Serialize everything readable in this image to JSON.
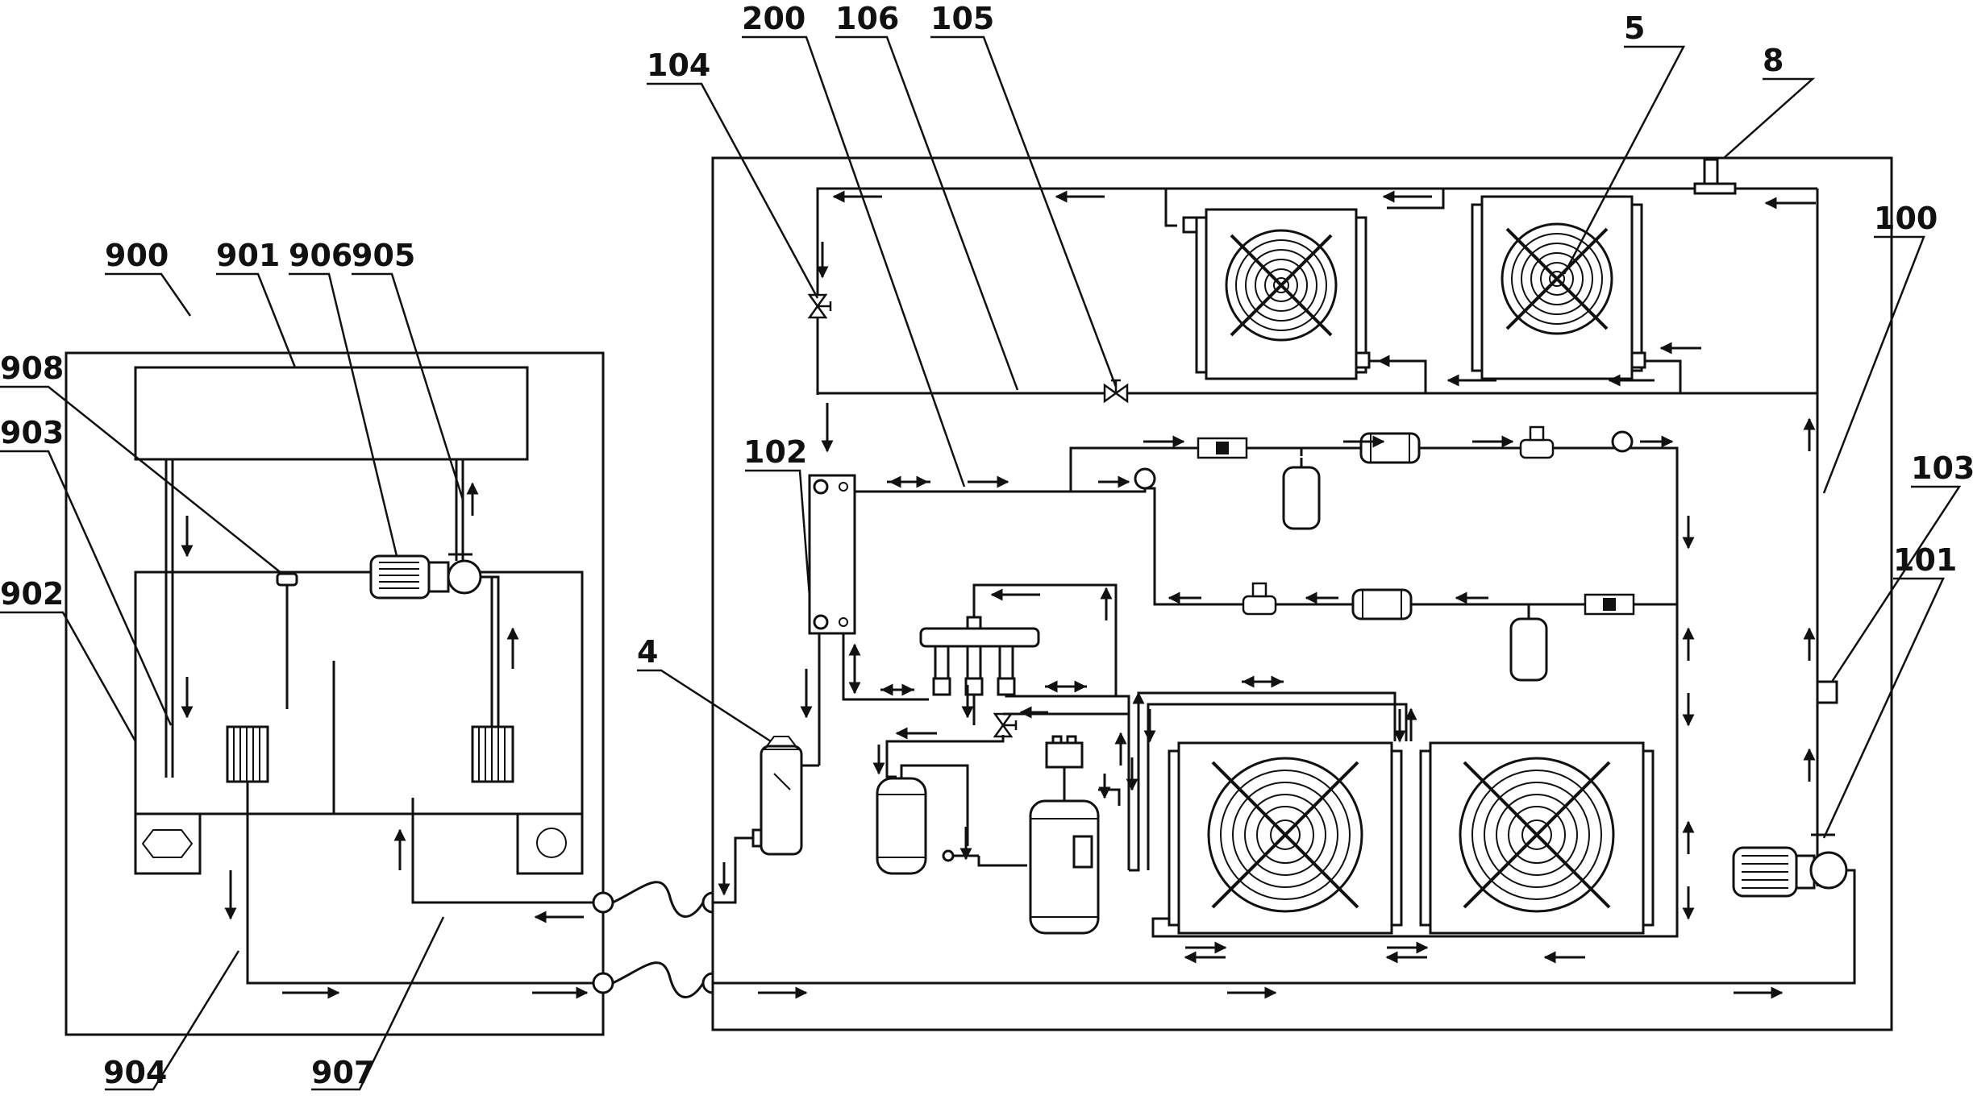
{
  "labels": {
    "l900": "900",
    "l901": "901",
    "l906": "906",
    "l905": "905",
    "l908": "908",
    "l903": "903",
    "l902": "902",
    "l904": "904",
    "l907": "907",
    "l4": "4",
    "l102": "102",
    "l104": "104",
    "l200": "200",
    "l106": "106",
    "l105": "105",
    "l5": "5",
    "l8": "8",
    "l100": "100",
    "l103": "103",
    "l101": "101"
  },
  "icons": {
    "fan": "fan-icon",
    "pump": "pump-icon",
    "valve": "valve-icon",
    "filter": "filter-icon",
    "compressor": "compressor-icon",
    "receiver": "receiver-icon",
    "heat-exchanger": "plate-heat-exchanger-icon"
  },
  "colors": {
    "line": "#111111",
    "background": "#ffffff"
  }
}
